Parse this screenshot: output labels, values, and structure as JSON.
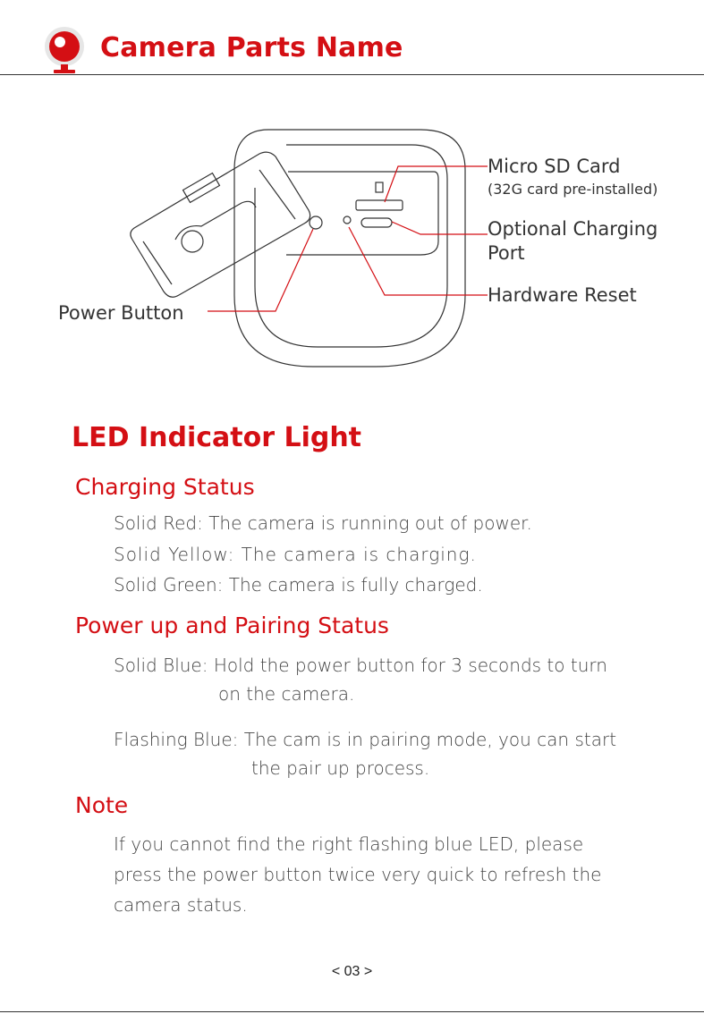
{
  "header": {
    "title": "Camera Parts Name",
    "logo_icon": "camera-logo-icon",
    "accent_color": "#d40f14"
  },
  "diagram": {
    "callouts": {
      "micro_sd": "Micro SD Card",
      "micro_sd_note": "(32G card pre-installed)",
      "charging_line1": "Optional Charging",
      "charging_line2": "Port",
      "hardware_reset": "Hardware Reset",
      "power_button": "Power Button"
    }
  },
  "led": {
    "title": "LED Indicator Light",
    "charging": {
      "heading": "Charging Status",
      "lines": [
        "Solid Red: The camera is running out of power.",
        "Solid Yellow: The camera is charging.",
        "Solid Green: The camera is fully charged."
      ]
    },
    "pairing": {
      "heading": "Power up and Pairing Status",
      "solid_blue": [
        "Solid Blue: Hold the power button for 3 seconds to turn",
        "on the camera."
      ],
      "flashing_blue": [
        "Flashing Blue: The cam is in pairing mode, you can start",
        "the pair up process."
      ]
    },
    "note": {
      "heading": "Note",
      "lines": [
        "If you cannot find the right flashing blue LED, please",
        "press the power button twice very quick to refresh the",
        "camera status."
      ]
    }
  },
  "footer": {
    "page_number": "< 03 >"
  }
}
